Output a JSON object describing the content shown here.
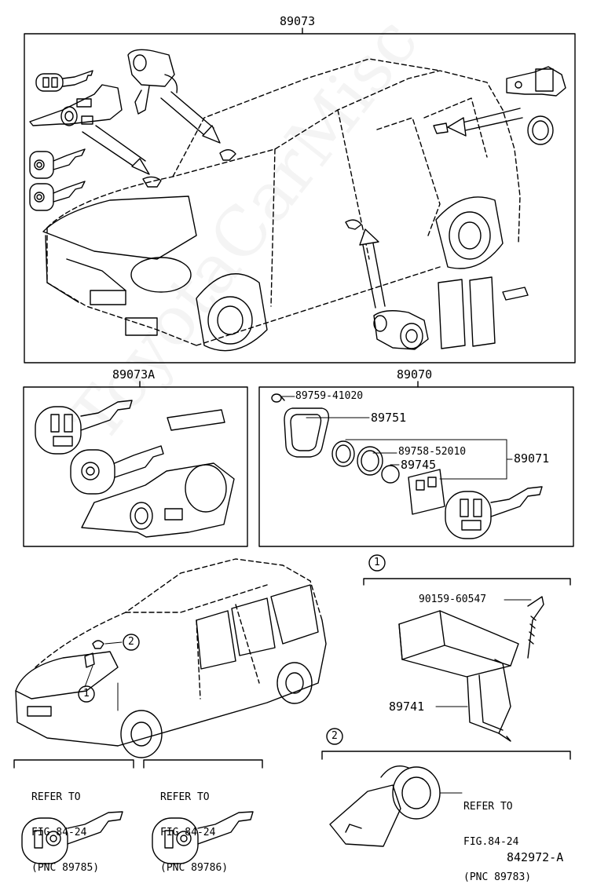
{
  "section_titles": {
    "main": "89073",
    "keys_set": "89073A",
    "transmitter": "89070"
  },
  "callouts": {
    "screw": "89759-41020",
    "case": "89751",
    "cover_ring": "89758-52010",
    "battery": "89745",
    "assembly": "89071",
    "bolt": "90159-60547",
    "ecu": "89741"
  },
  "circle_markers": {
    "one": "1",
    "two": "2"
  },
  "refer_notes": {
    "left": {
      "line1": "REFER TO",
      "line2": "FIG 84-24",
      "line3": "(PNC 89785)"
    },
    "middle": {
      "line1": "REFER TO",
      "line2": "FIG 84-24",
      "line3": "(PNC 89786)"
    },
    "right": {
      "line1": "REFER TO",
      "line2": "FIG.84-24",
      "line3": "(PNC 89783)"
    }
  },
  "figure_id": "842972-A",
  "watermark": "ToyotaCarMisc"
}
